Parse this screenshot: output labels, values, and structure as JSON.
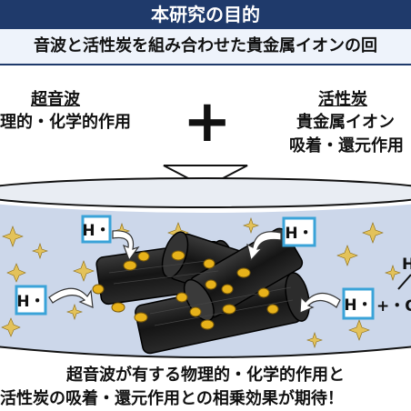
{
  "header": {
    "title": "本研究の目的",
    "subtitle": "音波と活性炭を組み合わせた貴金属イオンの回"
  },
  "ultrasound": {
    "heading": "超音波",
    "effect": "理的・化学的作用"
  },
  "activated_carbon": {
    "heading": "活性炭",
    "effect_line1": "貴金属イオン",
    "effect_line2": "吸着・還元作用"
  },
  "plus_symbol": "+",
  "diagram": {
    "radical_label": "H・",
    "right_label_top": "H",
    "right_label_bottom": "+・O",
    "background_color": "#ccd7ea",
    "carbon_color": "#1c1c1c",
    "gold_color": "#e7b21a",
    "spark_color": "#e3c25a",
    "box_color": "#3aa3d8"
  },
  "conclusion": {
    "line1": "超音波が有する物理的・化学的作用と",
    "line2": "活性炭の吸着・還元作用との相乗効果が期待！"
  }
}
